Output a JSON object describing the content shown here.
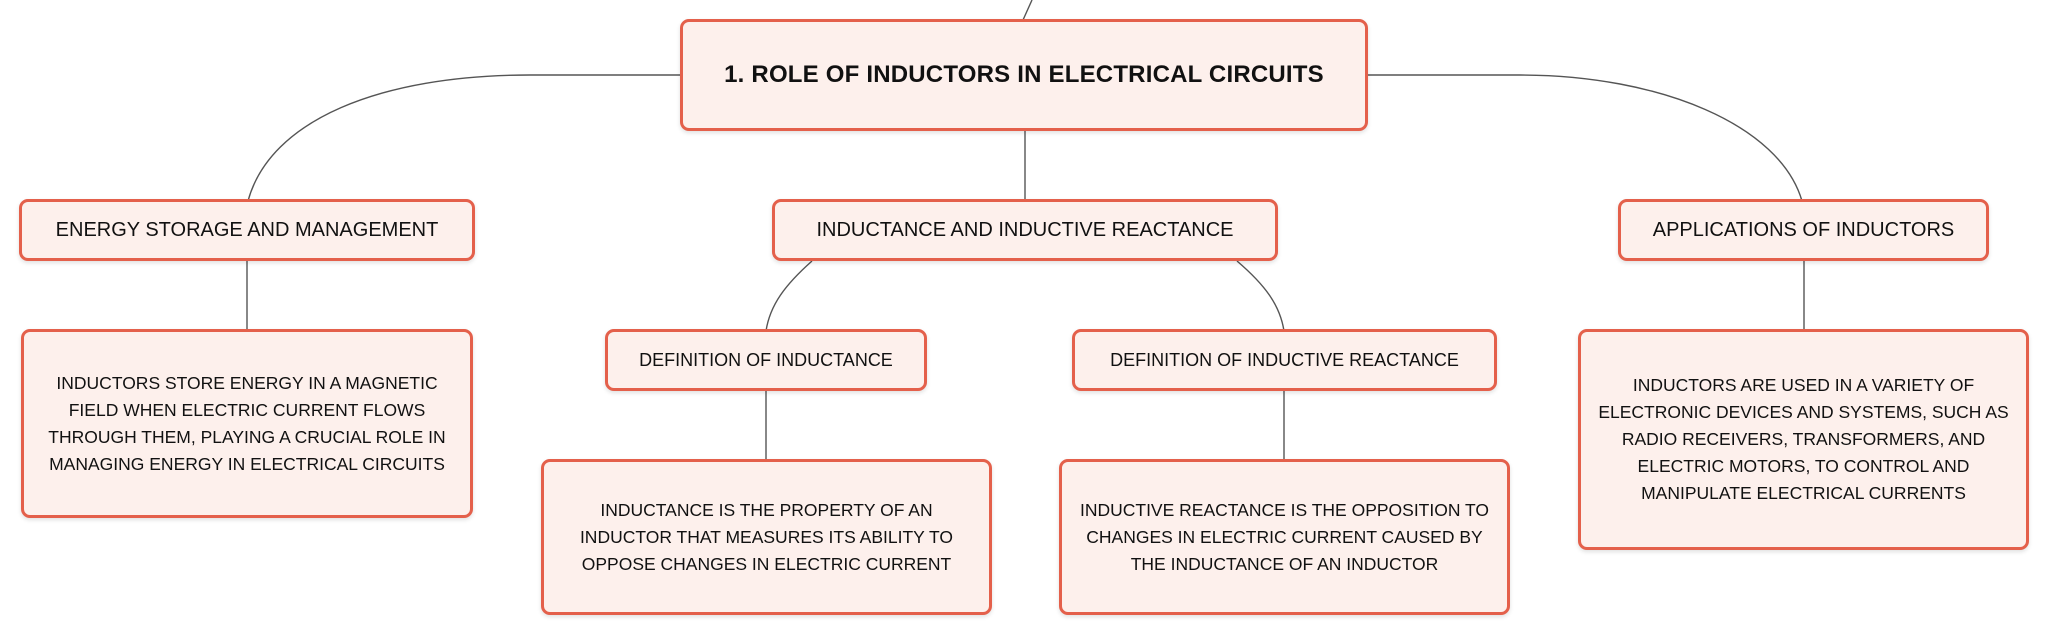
{
  "colors": {
    "border": "#e4604b",
    "fill": "#fdf0ec",
    "connector": "#555555"
  },
  "root": {
    "label": "1. ROLE OF INDUCTORS IN ELECTRICAL CIRCUITS"
  },
  "energy": {
    "label": "ENERGY STORAGE AND MANAGEMENT",
    "detail": "INDUCTORS STORE ENERGY IN A MAGNETIC FIELD WHEN ELECTRIC CURRENT FLOWS THROUGH THEM, PLAYING A CRUCIAL ROLE IN MANAGING ENERGY IN ELECTRICAL CIRCUITS"
  },
  "inductance": {
    "label": "INDUCTANCE AND INDUCTIVE REACTANCE",
    "definition_inductance": {
      "label": "DEFINITION OF INDUCTANCE",
      "detail": "INDUCTANCE IS THE PROPERTY OF AN INDUCTOR THAT MEASURES ITS ABILITY TO OPPOSE CHANGES IN ELECTRIC CURRENT"
    },
    "definition_reactance": {
      "label": "DEFINITION OF INDUCTIVE REACTANCE",
      "detail": "INDUCTIVE REACTANCE IS THE OPPOSITION TO CHANGES IN ELECTRIC CURRENT CAUSED BY THE INDUCTANCE OF AN INDUCTOR"
    }
  },
  "applications": {
    "label": "APPLICATIONS OF INDUCTORS",
    "detail": "INDUCTORS ARE USED IN A VARIETY OF ELECTRONIC DEVICES AND SYSTEMS, SUCH AS RADIO RECEIVERS, TRANSFORMERS, AND ELECTRIC MOTORS, TO CONTROL AND MANIPULATE ELECTRICAL CURRENTS"
  }
}
